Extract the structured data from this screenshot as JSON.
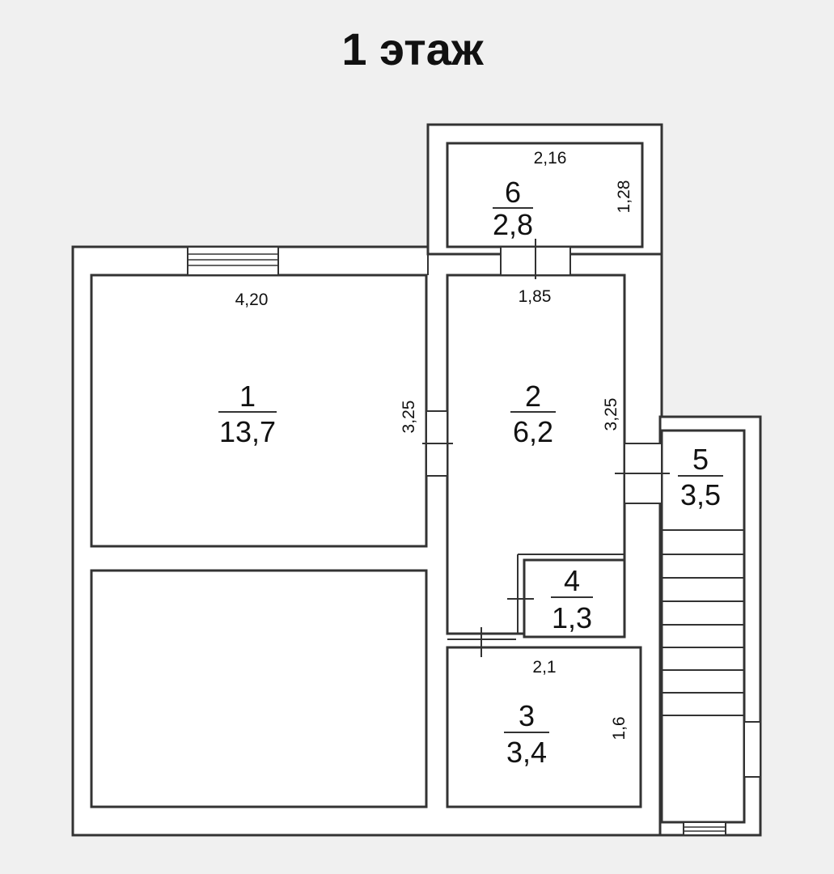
{
  "title": "1 этаж",
  "rooms": [
    {
      "number": "1",
      "area": "13,7"
    },
    {
      "number": "2",
      "area": "6,2"
    },
    {
      "number": "3",
      "area": "3,4"
    },
    {
      "number": "4",
      "area": "1,3"
    },
    {
      "number": "5",
      "area": "3,5"
    },
    {
      "number": "6",
      "area": "2,8"
    }
  ],
  "dimensions": {
    "room1_width": "4,20",
    "room1_height": "3,25",
    "room2_width": "1,85",
    "room2_height": "3,25",
    "room3_width": "2,1",
    "room3_height": "1,6",
    "room6_width": "2,16",
    "room6_height": "1,28"
  }
}
